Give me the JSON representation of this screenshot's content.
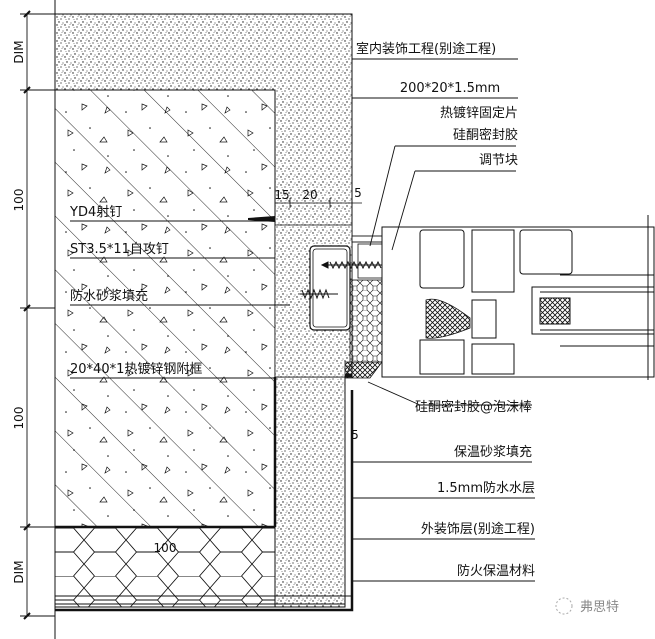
{
  "title": "Window frame installation section detail",
  "dimensions": {
    "left": [
      {
        "label": "DIM",
        "id": "dim-top"
      },
      {
        "label": "100",
        "id": "dim-upper"
      },
      {
        "label": "100",
        "id": "dim-lower"
      },
      {
        "label": "DIM",
        "id": "dim-bottom"
      }
    ],
    "top_small": [
      "15",
      "20",
      "5"
    ],
    "side_small": "5",
    "insulation": "100"
  },
  "labels_right": [
    "室内装饰工程(别途工程)",
    "200*20*1.5mm",
    "热镀锌固定片",
    "硅酮密封胶",
    "调节块",
    "硅酮密封胶@泡沫棒",
    "保温砂浆填充",
    "1.5mm防水水层",
    "外装饰层(别途工程)",
    "防火保温材料"
  ],
  "labels_left": [
    "YD4射钉",
    "ST3.5*11自攻钉",
    "防水砂浆填充",
    "20*40*1热镀锌钢附框"
  ],
  "watermark": "弗思特",
  "colors": {
    "line": "#111111",
    "background": "#ffffff",
    "watermark": "#8a8a8a"
  }
}
